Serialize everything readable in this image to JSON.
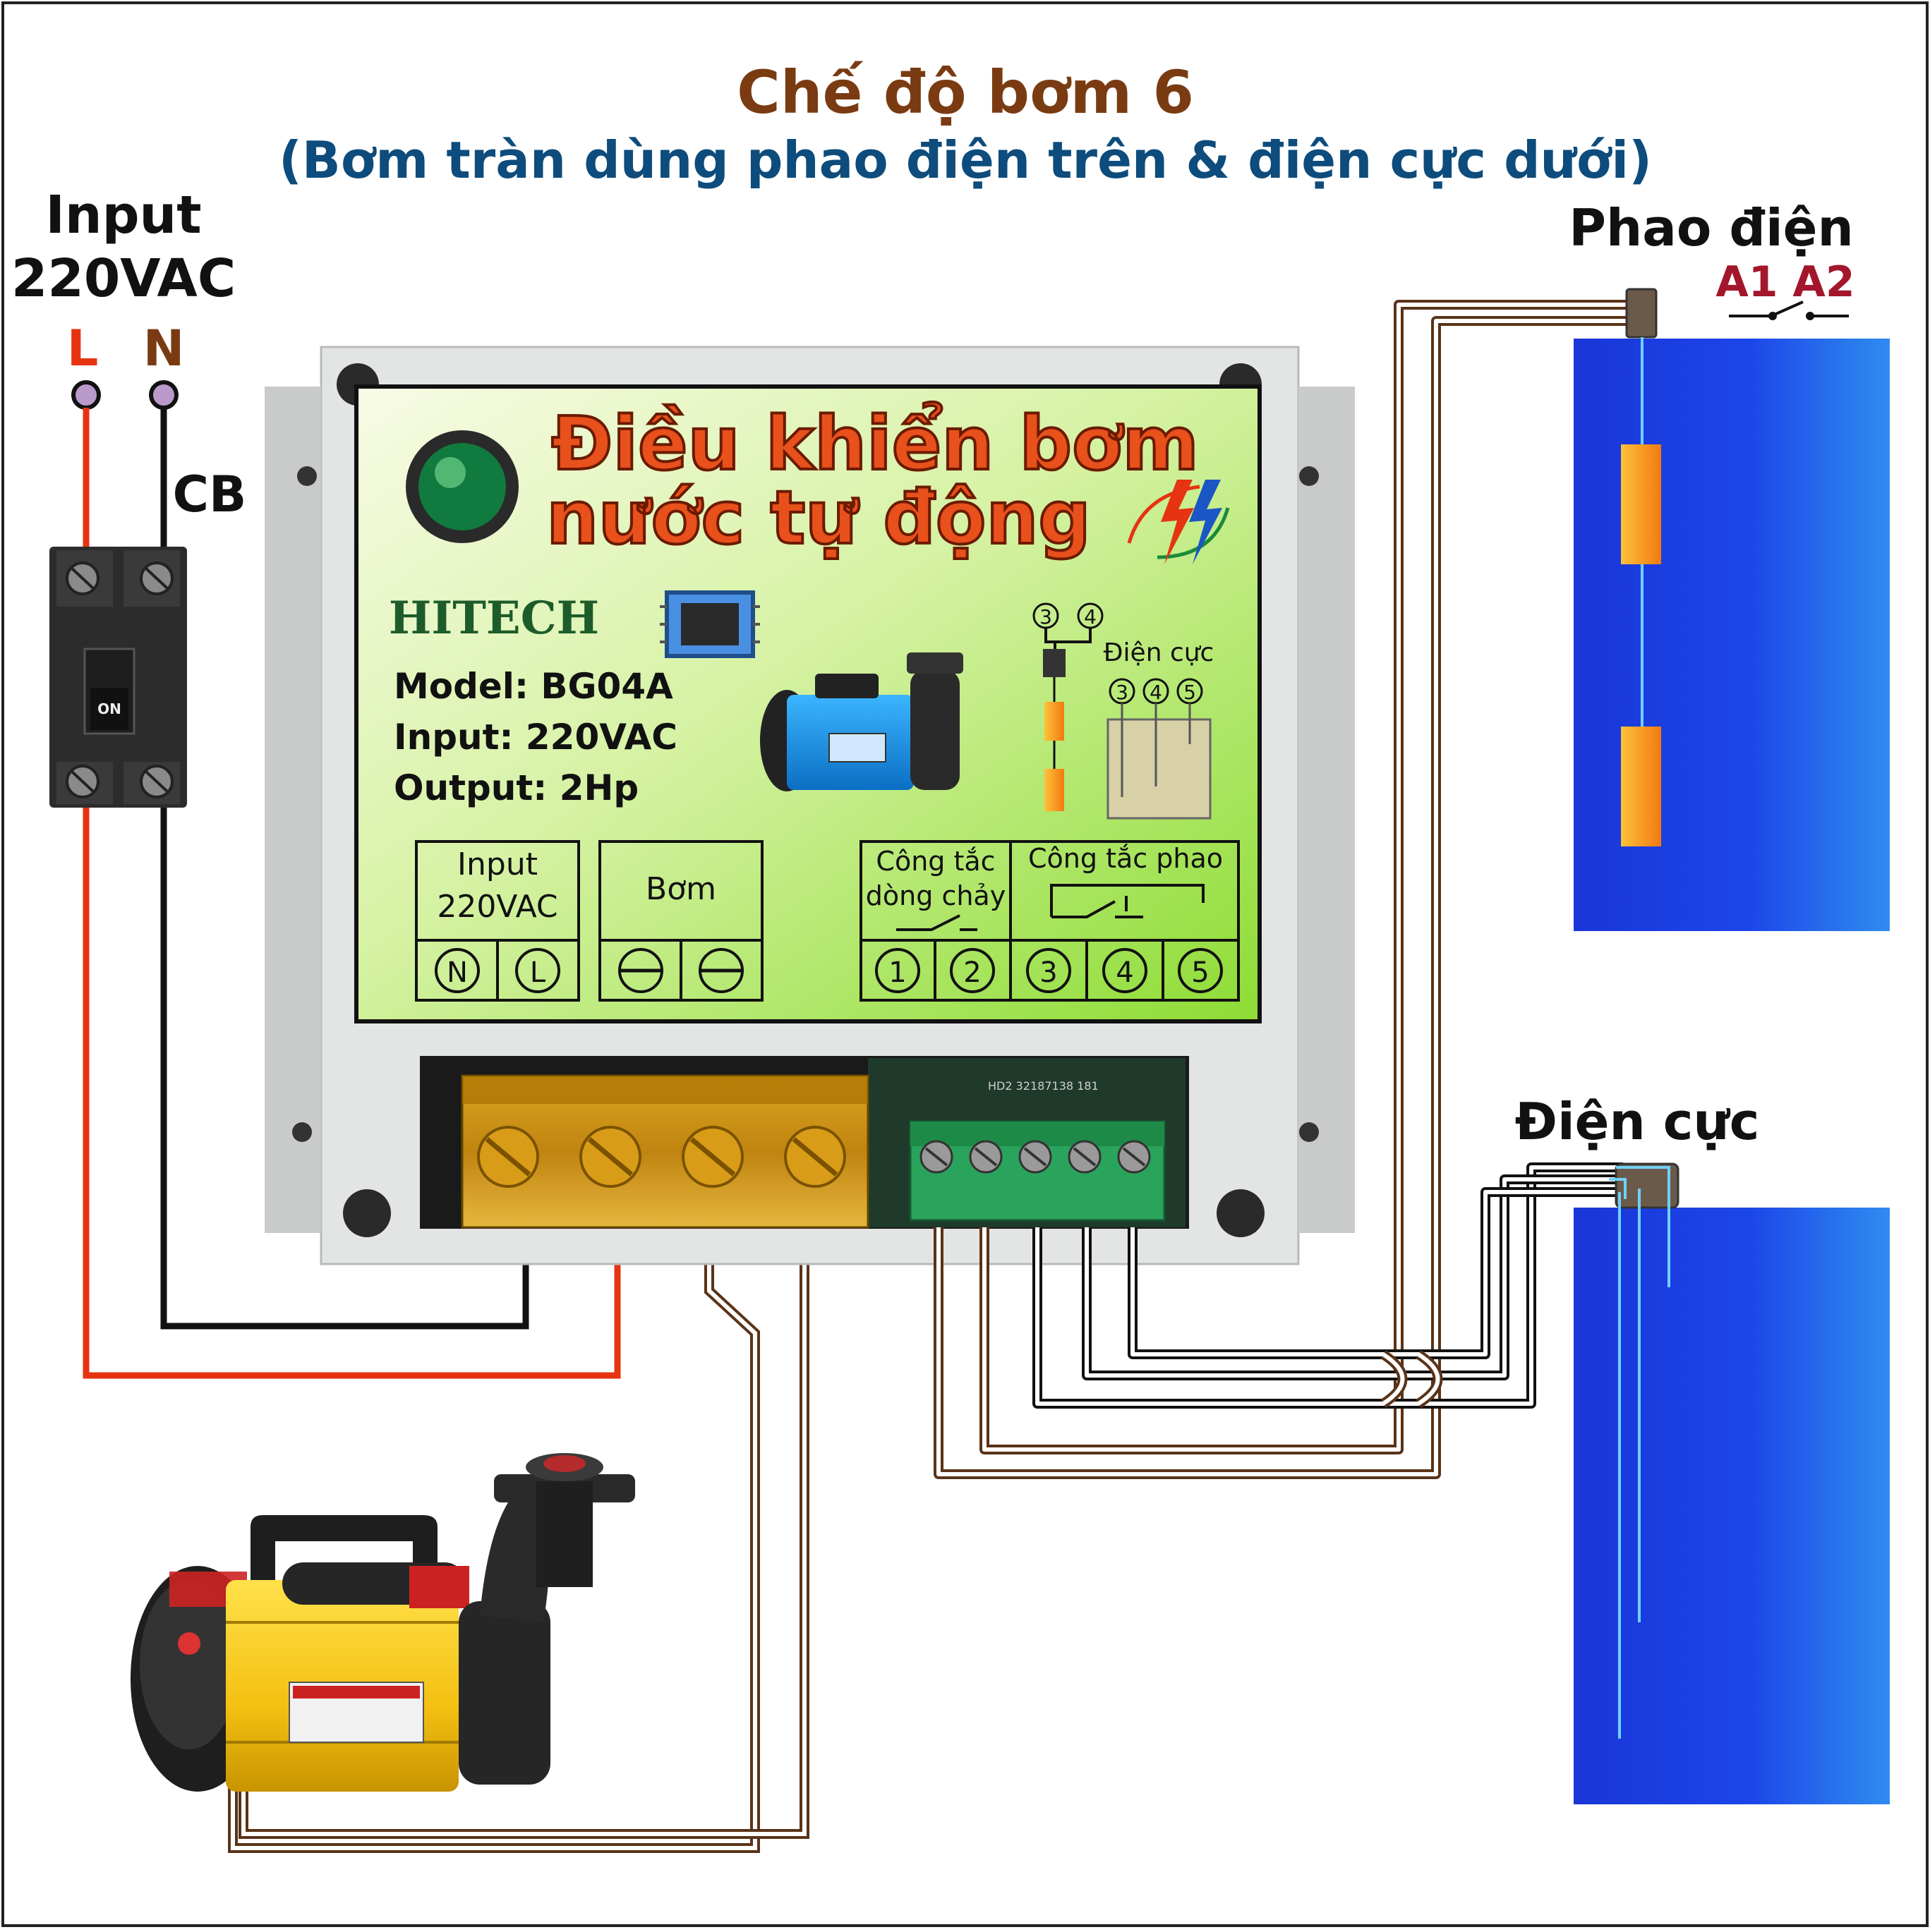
{
  "title": {
    "main": "Chế độ bơm 6",
    "sub": "(Bơm tràn dùng phao điện trên & điện cực dưới)"
  },
  "power_input": {
    "label_line1": "Input",
    "label_line2": "220VAC",
    "l_label": "L",
    "n_label": "N",
    "breaker_label": "CB",
    "breaker_switch_text": "ON"
  },
  "float_switch": {
    "label": "Phao điện",
    "terminals": "A1 A2"
  },
  "electrode": {
    "label": "Điện cực"
  },
  "controller": {
    "title_line1": "Điều khiển bơm",
    "title_line2": "nước tự động",
    "brand": "HITECH",
    "model": "Model:  BG04A",
    "input": "Input: 220VAC",
    "output": "Output: 2Hp",
    "inner_terminals_34": [
      "3",
      "4"
    ],
    "inner_electrode_label": "Điện cực",
    "inner_electrode_terms": [
      "3",
      "4",
      "5"
    ],
    "box_input_l1": "Input",
    "box_input_l2": "220VAC",
    "box_input_terms": [
      "N",
      "L"
    ],
    "box_pump": "Bơm",
    "box_flow_l1": "Công tắc",
    "box_flow_l2": "dòng chảy",
    "box_float": "Công tắc phao",
    "box_signal_terms": [
      "1",
      "2",
      "3",
      "4",
      "5"
    ],
    "pcb_text": "HD2  32187138  181"
  },
  "colors": {
    "title_main": "#7a3b12",
    "title_sub": "#0d4c7c",
    "red_wire": "#e63312",
    "black_wire": "#111111",
    "brown_wire": "#5a3318",
    "tank_blue": "#1a3fe0",
    "panel_green": "#8fdc3a",
    "controller_title": "#e8501c"
  }
}
